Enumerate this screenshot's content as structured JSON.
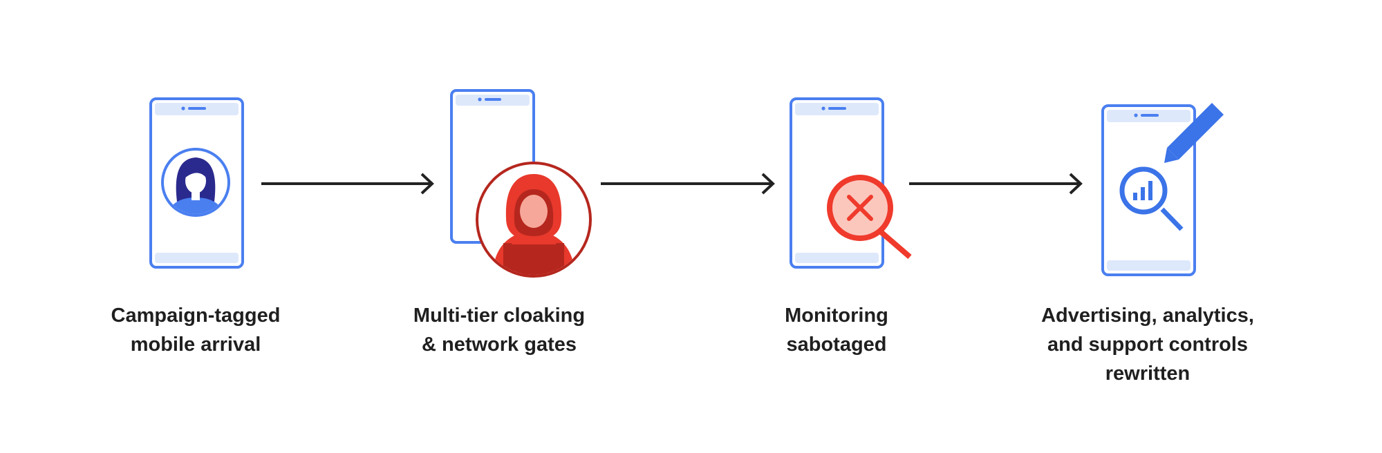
{
  "colors": {
    "phone_outline": "#4a7ff0",
    "phone_screen_bar": "#dde8fb",
    "arrow": "#222222",
    "user_head": "#2a2a8e",
    "user_body": "#4a7ff0",
    "attacker_red": "#e8392c",
    "attacker_dark_red": "#b5271e",
    "attacker_face": "#f6a79a",
    "error_red": "#ef3a2c",
    "error_fill": "#fbc7bd",
    "analytics_blue": "#3b73e8",
    "caption_text": "#1f1f1f"
  },
  "steps": [
    {
      "icon": "user-avatar-icon",
      "caption_lines": [
        "Campaign-tagged",
        "mobile arrival"
      ]
    },
    {
      "icon": "hooded-attacker-icon",
      "caption_lines": [
        "Multi-tier cloaking",
        "& network gates"
      ]
    },
    {
      "icon": "magnifier-error-icon",
      "caption_lines": [
        "Monitoring",
        "sabotaged"
      ]
    },
    {
      "icon": "analytics-edit-icon",
      "caption_lines": [
        "Advertising, analytics,",
        "and support controls",
        "rewritten"
      ]
    }
  ]
}
